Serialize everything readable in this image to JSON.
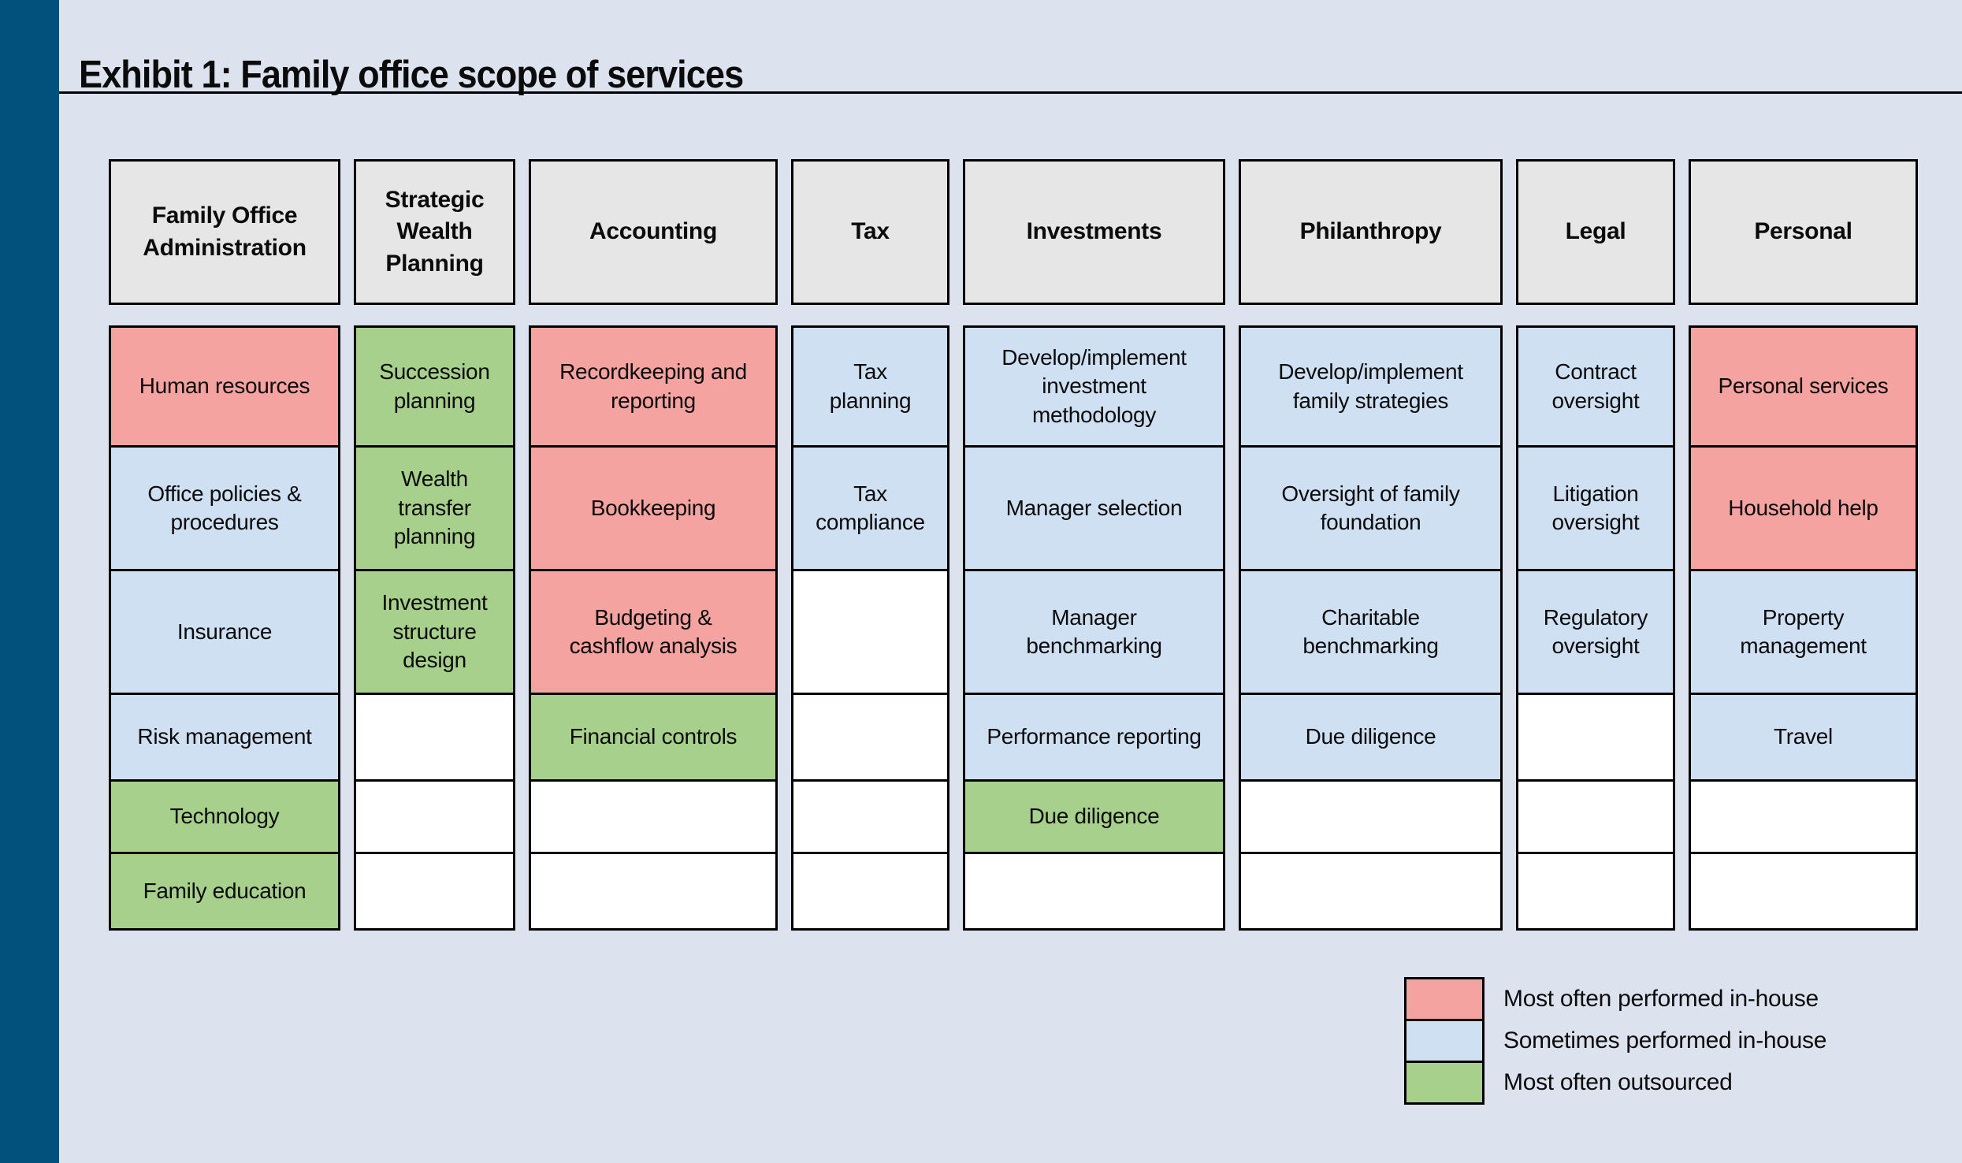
{
  "page": {
    "title": "Exhibit 1: Family office scope of services"
  },
  "colors": {
    "background": "#DCE3EE",
    "accent_bar": "#02507C",
    "header_fill": "#E6E6E6",
    "border": "#000000",
    "in_house": "#F4A3A0",
    "sometimes": "#CFE0F3",
    "outsourced": "#A8D08D",
    "empty": "#FFFFFF"
  },
  "columns": [
    {
      "header": "Family Office Administration",
      "cells": [
        {
          "label": "Human resources",
          "status": "in_house"
        },
        {
          "label": "Office policies & procedures",
          "status": "sometimes"
        },
        {
          "label": "Insurance",
          "status": "sometimes"
        },
        {
          "label": "Risk management",
          "status": "sometimes"
        },
        {
          "label": "Technology",
          "status": "outsourced"
        },
        {
          "label": "Family education",
          "status": "outsourced"
        }
      ]
    },
    {
      "header": "Strategic Wealth Planning",
      "cells": [
        {
          "label": "Succession planning",
          "status": "outsourced"
        },
        {
          "label": "Wealth transfer planning",
          "status": "outsourced"
        },
        {
          "label": "Investment structure design",
          "status": "outsourced"
        },
        {
          "label": "",
          "status": "empty"
        },
        {
          "label": "",
          "status": "empty"
        },
        {
          "label": "",
          "status": "empty"
        }
      ]
    },
    {
      "header": "Accounting",
      "cells": [
        {
          "label": "Recordkeeping and reporting",
          "status": "in_house"
        },
        {
          "label": "Bookkeeping",
          "status": "in_house"
        },
        {
          "label": "Budgeting & cashflow analysis",
          "status": "in_house"
        },
        {
          "label": "Financial controls",
          "status": "outsourced"
        },
        {
          "label": "",
          "status": "empty"
        },
        {
          "label": "",
          "status": "empty"
        }
      ]
    },
    {
      "header": "Tax",
      "cells": [
        {
          "label": "Tax planning",
          "status": "sometimes"
        },
        {
          "label": "Tax compliance",
          "status": "sometimes"
        },
        {
          "label": "",
          "status": "empty"
        },
        {
          "label": "",
          "status": "empty"
        },
        {
          "label": "",
          "status": "empty"
        },
        {
          "label": "",
          "status": "empty"
        }
      ]
    },
    {
      "header": "Investments",
      "cells": [
        {
          "label": "Develop/implement investment methodology",
          "status": "sometimes"
        },
        {
          "label": "Manager selection",
          "status": "sometimes"
        },
        {
          "label": "Manager benchmarking",
          "status": "sometimes"
        },
        {
          "label": "Performance reporting",
          "status": "sometimes"
        },
        {
          "label": "Due diligence",
          "status": "outsourced"
        },
        {
          "label": "",
          "status": "empty"
        }
      ]
    },
    {
      "header": "Philanthropy",
      "cells": [
        {
          "label": "Develop/implement family strategies",
          "status": "sometimes"
        },
        {
          "label": "Oversight of family foundation",
          "status": "sometimes"
        },
        {
          "label": "Charitable benchmarking",
          "status": "sometimes"
        },
        {
          "label": "Due diligence",
          "status": "sometimes"
        },
        {
          "label": "",
          "status": "empty"
        },
        {
          "label": "",
          "status": "empty"
        }
      ]
    },
    {
      "header": "Legal",
      "cells": [
        {
          "label": "Contract oversight",
          "status": "sometimes"
        },
        {
          "label": "Litigation oversight",
          "status": "sometimes"
        },
        {
          "label": "Regulatory oversight",
          "status": "sometimes"
        },
        {
          "label": "",
          "status": "empty"
        },
        {
          "label": "",
          "status": "empty"
        },
        {
          "label": "",
          "status": "empty"
        }
      ]
    },
    {
      "header": "Personal",
      "cells": [
        {
          "label": "Personal services",
          "status": "in_house"
        },
        {
          "label": "Household help",
          "status": "in_house"
        },
        {
          "label": "Property management",
          "status": "sometimes"
        },
        {
          "label": "Travel",
          "status": "sometimes"
        },
        {
          "label": "",
          "status": "empty"
        },
        {
          "label": "",
          "status": "empty"
        }
      ]
    }
  ],
  "legend": [
    {
      "label": "Most often performed in-house",
      "status": "in_house"
    },
    {
      "label": "Sometimes performed in-house",
      "status": "sometimes"
    },
    {
      "label": "Most often outsourced",
      "status": "outsourced"
    }
  ]
}
